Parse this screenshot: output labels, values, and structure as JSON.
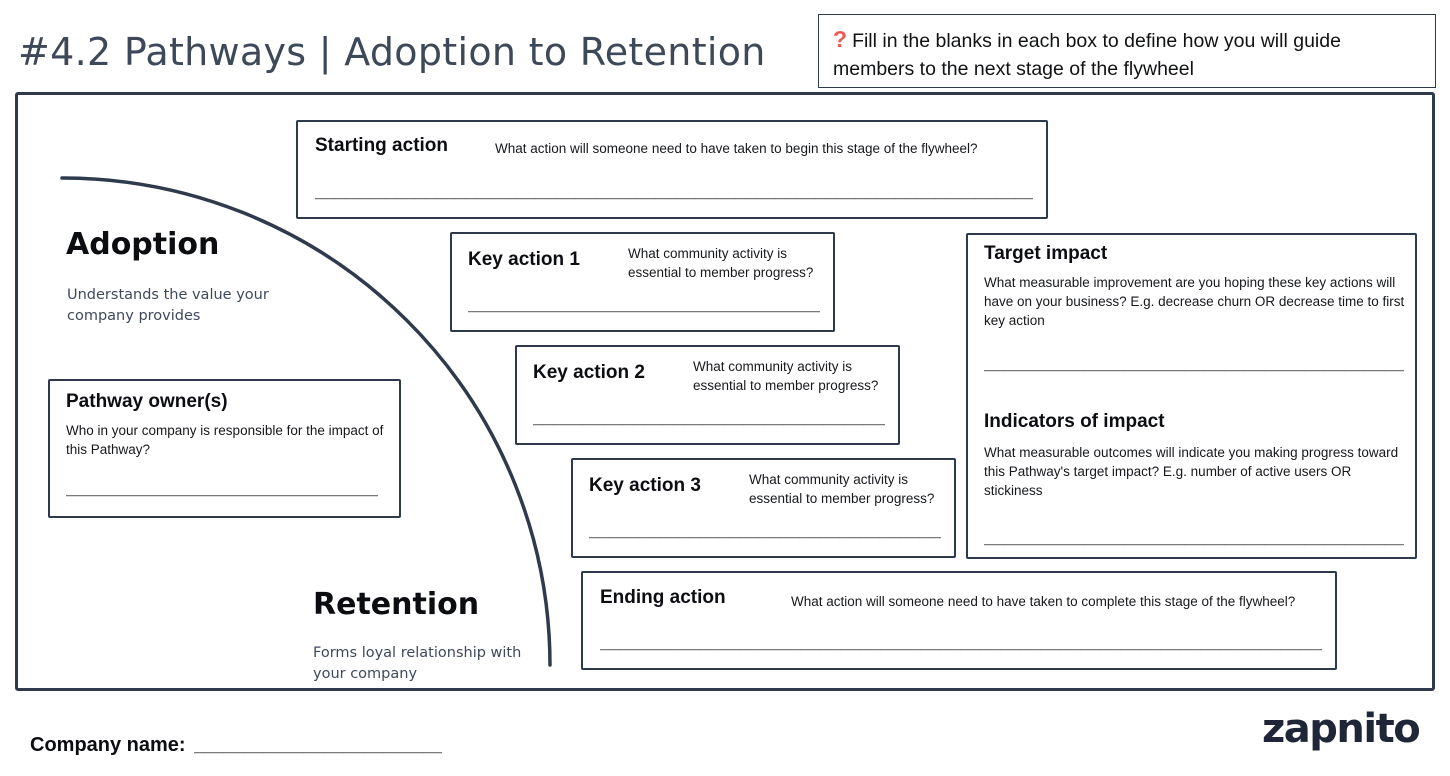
{
  "page": {
    "title": "#4.2 Pathways | Adoption to Retention",
    "company_name_label": "Company name:",
    "company_name_blank": "__________________________________",
    "logo_text": "zapnito"
  },
  "instruction": {
    "icon": "?",
    "text": "Fill in the blanks in each box to define how you will guide members to the next stage of the flywheel"
  },
  "stages": {
    "adoption": {
      "title": "Adoption",
      "subtitle": "Understands the value your company provides"
    },
    "retention": {
      "title": "Retention",
      "subtitle": "Forms loyal relationship with your company"
    }
  },
  "boxes": {
    "starting_action": {
      "title": "Starting action",
      "hint": "What action will someone need to have taken to begin this stage of the flywheel?",
      "blank": "____________________________________________________________________________________________________"
    },
    "key_actions": [
      {
        "title": "Key action 1",
        "hint": "What community activity is essential to member progress?",
        "blank": "__________________________________________________"
      },
      {
        "title": "Key action 2",
        "hint": "What community activity is essential to member progress?",
        "blank": "__________________________________________________"
      },
      {
        "title": "Key action 3",
        "hint": "What community activity is essential to member progress?",
        "blank": "__________________________________________________"
      }
    ],
    "pathway_owner": {
      "title": "Pathway owner(s)",
      "hint": "Who in your company is responsible for the impact of this Pathway?",
      "blank": "____________________________________________"
    },
    "impact": {
      "target_title": "Target impact",
      "target_hint": "What measurable improvement are you hoping these key actions will have on your business? E.g. decrease churn OR decrease time to first key action",
      "target_blank": "____________________________________________________________",
      "indicators_title": "Indicators of impact",
      "indicators_hint": "What measurable outcomes will indicate you making progress toward this Pathway's target impact? E.g. number of active users OR stickiness",
      "indicators_blank": "____________________________________________________________"
    },
    "ending_action": {
      "title": "Ending action",
      "hint": "What action will someone need to have taken to complete this stage of the flywheel?",
      "blank": "____________________________________________________________________________________________________"
    }
  },
  "colors": {
    "ink": "#14171c",
    "slate": "#40495c",
    "line": "#2f3a4d",
    "red": "#ee5c55",
    "title": "#3d4859",
    "logo": "#1f2637"
  }
}
